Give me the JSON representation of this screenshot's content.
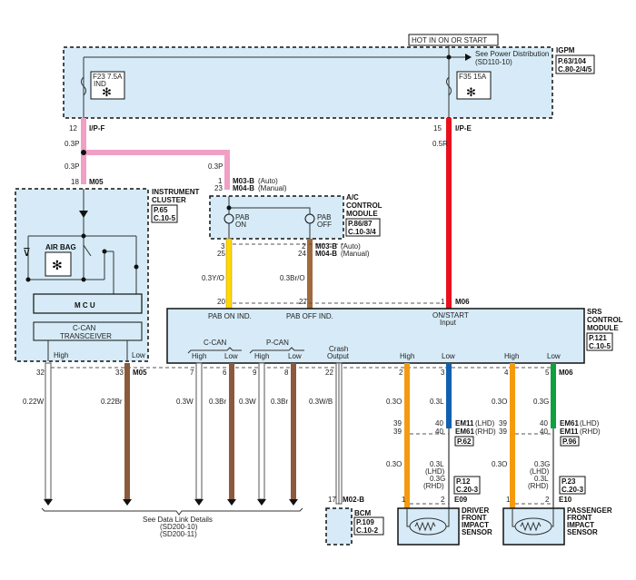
{
  "hot_label": "HOT IN ON OR START",
  "igpm": {
    "name": "IGPM",
    "ref1": "P.63/104",
    "ref2": "C.80-2/4/5",
    "see1": "See Power Distribution",
    "see2": "(SD110-10)",
    "fuse_left": "F23 7.5A",
    "fuse_left_tag": "IND",
    "fuse_right": "F35 15A",
    "pin_left": "12",
    "conn_left": "I/P-F",
    "pin_right": "15",
    "conn_right": "I/P-E"
  },
  "wires": {
    "p1": "0.3P",
    "p2": "0.3P",
    "p3": "0.3P",
    "r": "0.5R",
    "yo": "0.3Y/O",
    "bro": "0.3Br/O",
    "w22": "0.22W",
    "br22": "0.22Br",
    "w3a": "0.3W",
    "br3a": "0.3Br",
    "w3b": "0.3W",
    "br3b": "0.3Br",
    "wb": "0.3W/B",
    "o1": "0.3O",
    "l1": "0.3L",
    "o2": "0.3O",
    "g1": "0.3G",
    "o3": "0.3O",
    "o4": "0.3O",
    "drv_low": [
      "0.3L",
      "(LHD)",
      "0.3G",
      "(RHD)"
    ],
    "pas_low": [
      "0.3G",
      "(LHD)",
      "0.3L",
      "(RHD)"
    ]
  },
  "cluster": {
    "name1": "INSTRUMENT",
    "name2": "CLUSTER",
    "ref1": "P.65",
    "ref2": "C.10-5",
    "pin": "18",
    "conn": "M05",
    "airbag": "AIR BAG",
    "mcu": "M C U",
    "trans1": "C-CAN",
    "trans2": "TRANSCEIVER",
    "high": "High",
    "low": "Low",
    "pin_high": "32",
    "pin_low": "33",
    "conn_bottom": "M05"
  },
  "ac": {
    "name1": "A/C",
    "name2": "CONTROL",
    "name3": "MODULE",
    "ref1": "P.86/87",
    "ref2": "C.10-3/4",
    "pin_top1": "1",
    "pin_top2": "23",
    "conn_top1": "M03-B",
    "conn_top1_sfx": "(Auto)",
    "conn_top2": "M04-B",
    "conn_top2_sfx": "(Manual)",
    "pab_on1": "PAB",
    "pab_on2": "ON",
    "pab_off1": "PAB",
    "pab_off2": "OFF",
    "pin_a1": "3",
    "pin_a2": "25",
    "pin_b1": "2",
    "pin_b2": "24",
    "conn_b1": "M03-B",
    "conn_b1_sfx": "(Auto)",
    "conn_b2": "M04-B",
    "conn_b2_sfx": "(Manual)"
  },
  "srs": {
    "name1": "SRS",
    "name2": "CONTROL",
    "name3": "MODULE",
    "ref1": "P.121",
    "ref2": "C.10-5",
    "pab_on": "PAB ON IND.",
    "pab_off": "PAB OFF IND.",
    "on_start1": "ON/START",
    "on_start2": "Input",
    "pin_20": "20",
    "pin_27": "27",
    "pin_1": "1",
    "conn_top": "M06",
    "ccan": "C-CAN",
    "pcan": "P-CAN",
    "high": "High",
    "low": "Low",
    "crash1": "Crash",
    "crash2": "Output",
    "pins": [
      "7",
      "6",
      "9",
      "8",
      "22",
      "2",
      "3",
      "4",
      "5"
    ],
    "conn_bottom": "M06"
  },
  "inline": {
    "p39a": "39",
    "p39b": "39",
    "p40a": "40",
    "p40b": "40",
    "p39c": "39",
    "p39d": "39",
    "p40c": "40",
    "p40d": "40",
    "em_l1": "EM11",
    "em_l1s": "(LHD)",
    "em_l2": "EM61",
    "em_l2s": "(RHD)",
    "ref_l": "P.62",
    "em_r1": "EM61",
    "em_r1s": "(LHD)",
    "em_r2": "EM11",
    "em_r2s": "(RHD)",
    "ref_r": "P.96"
  },
  "bcm": {
    "name": "BCM",
    "ref1": "P.109",
    "ref2": "C.10-2",
    "pin": "17",
    "conn": "M02-B"
  },
  "driver": {
    "n1": "DRIVER",
    "n2": "FRONT",
    "n3": "IMPACT",
    "n4": "SENSOR",
    "ref1": "P.12",
    "ref2": "C.20-3",
    "conn": "E09",
    "pin1": "1",
    "pin2": "2"
  },
  "passenger": {
    "n1": "PASSENGER",
    "n2": "FRONT",
    "n3": "IMPACT",
    "n4": "SENSOR",
    "ref1": "P.23",
    "ref2": "C.20-3",
    "conn": "E10",
    "pin1": "1",
    "pin2": "2"
  },
  "data_link": {
    "l1": "See Data Link Details",
    "l2": "(SD200-10)",
    "l3": "(SD200-11)"
  },
  "colors": {
    "pink": "#f0a0c4",
    "red": "#e8101c",
    "yellow": "#ffd800",
    "brown": "#8b5a3c",
    "orange": "#f59a10",
    "blue": "#1060b0",
    "green": "#10a040",
    "module": "#d6ebf7"
  }
}
